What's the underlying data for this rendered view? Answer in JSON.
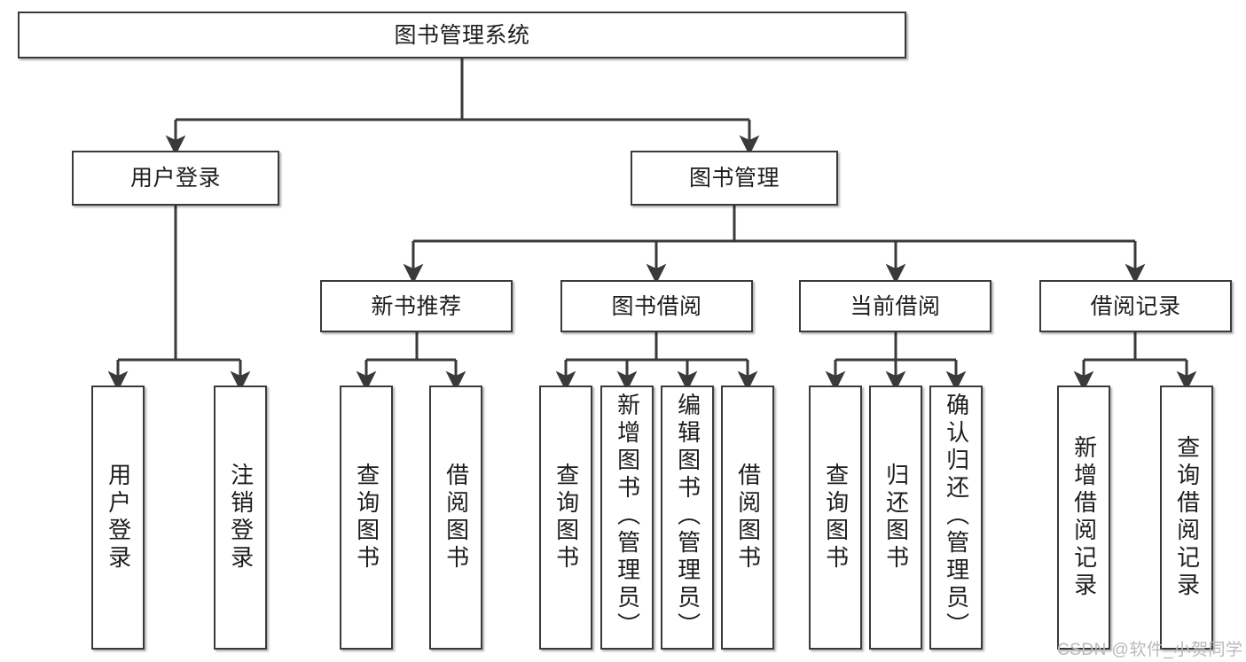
{
  "diagram": {
    "title": "图书管理系统",
    "type": "tree-hierarchy-chart",
    "watermark": "CSDN @软件_小贺同学",
    "colors": {
      "box_border": "#3a3a3a",
      "box_fill": "#ffffff",
      "edge": "#3a3a3a",
      "text": "#1d1d1d",
      "watermark": "#b9b9b9"
    },
    "root": {
      "label": "图书管理系统"
    },
    "level2": [
      {
        "label": "用户登录"
      },
      {
        "label": "图书管理"
      }
    ],
    "level3": [
      {
        "label": "新书推荐"
      },
      {
        "label": "图书借阅"
      },
      {
        "label": "当前借阅"
      },
      {
        "label": "借阅记录"
      }
    ],
    "leaves": {
      "user_login": [
        {
          "label": "用户登录"
        },
        {
          "label": "注销登录"
        }
      ],
      "new_book_recommend": [
        {
          "label": "查询图书"
        },
        {
          "label": "借阅图书"
        }
      ],
      "book_borrow": [
        {
          "label": "查询图书"
        },
        {
          "label": "新增图书（管理员）"
        },
        {
          "label": "编辑图书（管理员）"
        },
        {
          "label": "借阅图书"
        }
      ],
      "current_borrow": [
        {
          "label": "查询图书"
        },
        {
          "label": "归还图书"
        },
        {
          "label": "确认归还（管理员）"
        }
      ],
      "borrow_record": [
        {
          "label": "新增借阅记录"
        },
        {
          "label": "查询借阅记录"
        }
      ]
    }
  }
}
